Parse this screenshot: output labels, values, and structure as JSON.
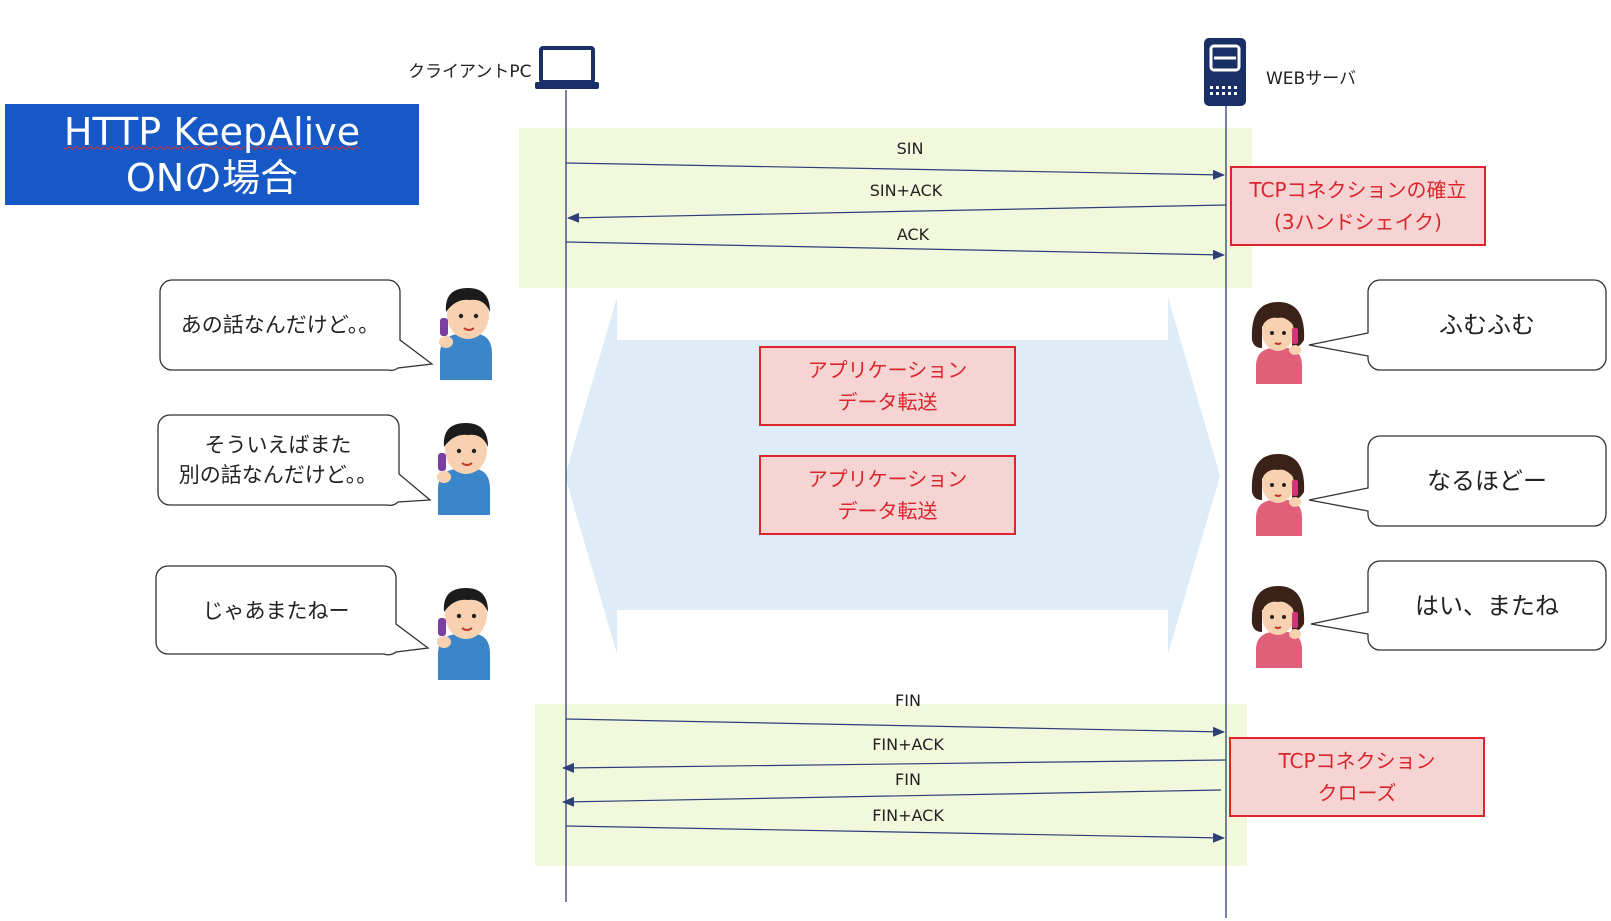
{
  "title": {
    "line1": "HTTP KeepAlive",
    "line2": "ONの場合"
  },
  "nodes": {
    "client": "クライアントPC",
    "server": "WEBサーバ"
  },
  "handshake": {
    "messages": [
      "SIN",
      "SIN+ACK",
      "ACK"
    ],
    "note": [
      "TCPコネクションの確立",
      "(3ハンドシェイク)"
    ]
  },
  "transfer": {
    "boxes": [
      [
        "アプリケーション",
        "データ転送"
      ],
      [
        "アプリケーション",
        "データ転送"
      ]
    ]
  },
  "close": {
    "messages": [
      "FIN",
      "FIN+ACK",
      "FIN",
      "FIN+ACK"
    ],
    "note": [
      "TCPコネクション",
      "クローズ"
    ]
  },
  "dialogue": {
    "client": [
      [
        "あの話なんだけど。。"
      ],
      [
        "そういえばまた",
        "別の話なんだけど。。"
      ],
      [
        "じゃあまたねー"
      ]
    ],
    "server": [
      [
        "ふむふむ"
      ],
      [
        "なるほどー"
      ],
      [
        "はい、またね"
      ]
    ]
  },
  "colors": {
    "title_bg": "#1558c6",
    "band_green": "#f2f8dc",
    "band_blue": "#deecf7",
    "line": "#2e3f78",
    "note_fill": "#f6d4d4",
    "note_border": "#e0242b"
  }
}
